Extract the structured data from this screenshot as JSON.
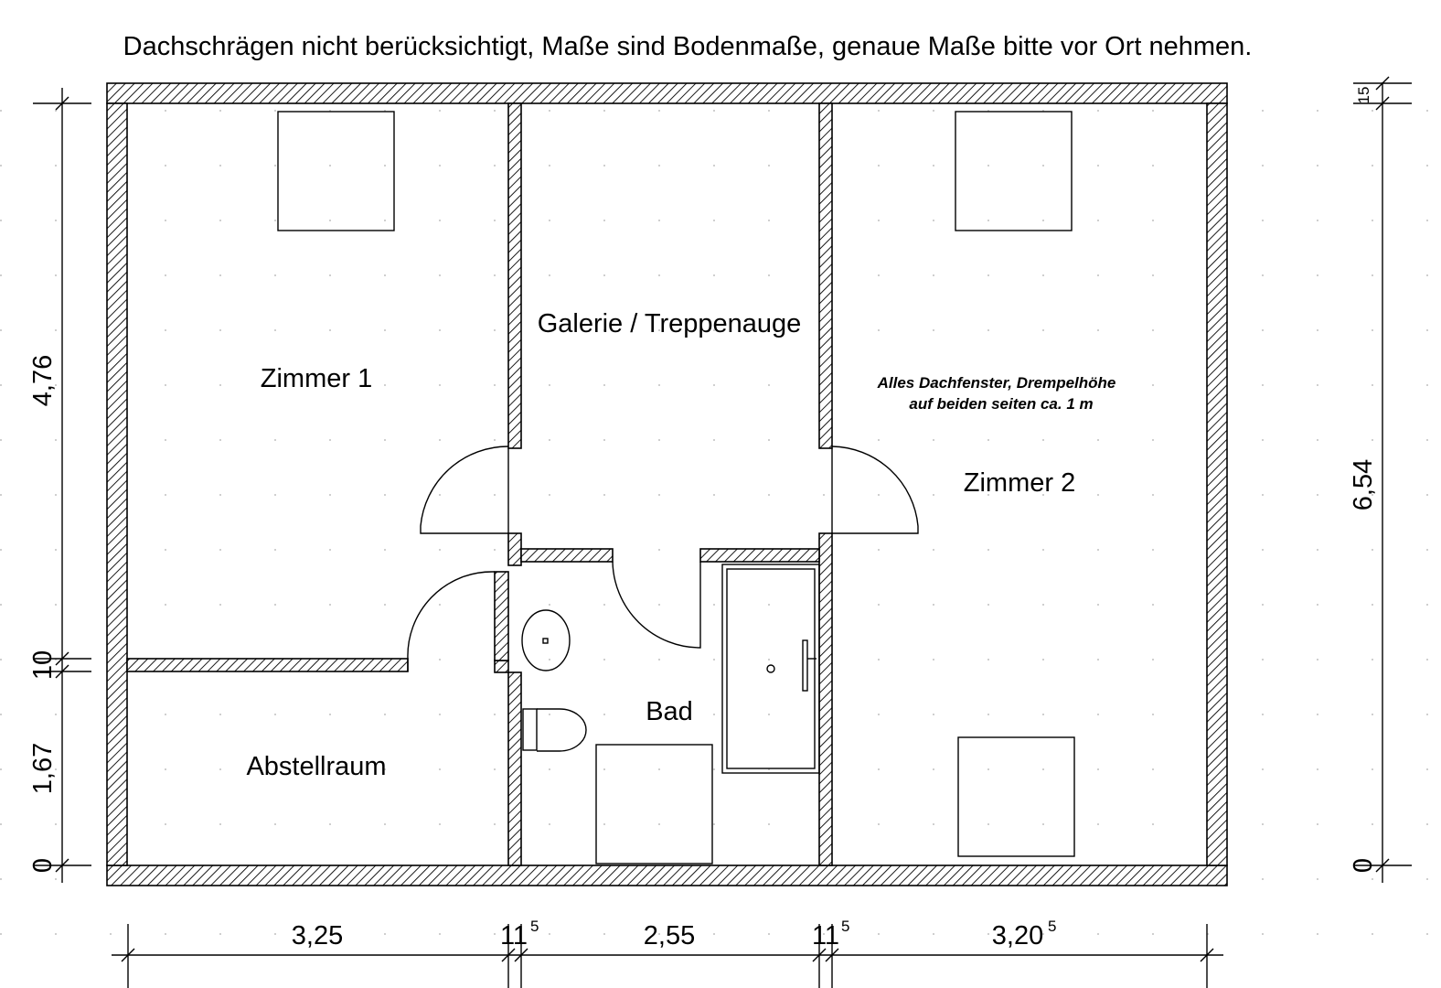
{
  "note": "Dachschrägen nicht berücksichtigt, Maße sind Bodenmaße, genaue Maße bitte vor Ort nehmen.",
  "rooms": {
    "zimmer1": "Zimmer 1",
    "galerie": "Galerie / Treppenauge",
    "zimmer2": "Zimmer 2",
    "abstellraum": "Abstellraum",
    "bad": "Bad"
  },
  "annotation": {
    "line1": "Alles Dachfenster, Drempelhöhe",
    "line2": "auf beiden seiten ca. 1 m"
  },
  "dims_bottom": {
    "d1": "3,25",
    "d2": "11",
    "d2_sup": "5",
    "d3": "2,55",
    "d4": "11",
    "d4_sup": "5",
    "d5": "3,20",
    "d5_sup": "5"
  },
  "dims_left": {
    "top": "4,76",
    "mid": "10",
    "low": "1,67",
    "zero": "0"
  },
  "dims_right": {
    "top": "15",
    "total": "6,54",
    "zero": "0"
  },
  "colors": {
    "line": "#000000",
    "background": "#ffffff",
    "grid_dot": "#cccccc"
  }
}
